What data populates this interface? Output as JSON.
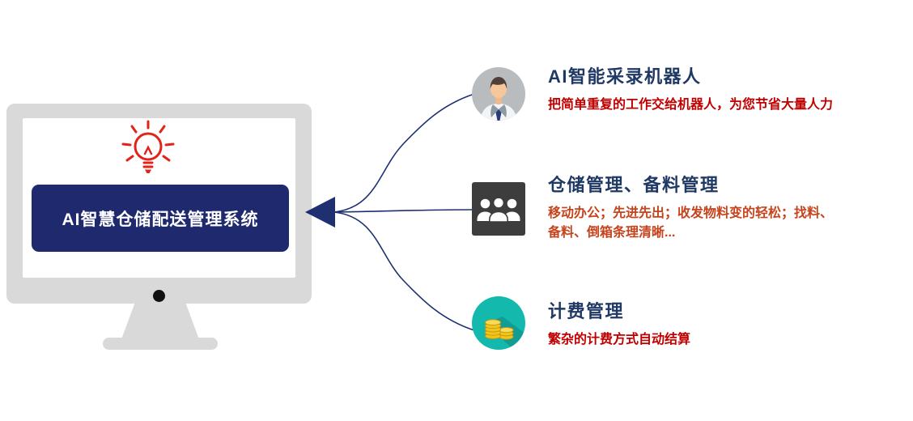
{
  "monitor": {
    "banner_label": "AI智慧仓储配送管理系统",
    "banner_color": "#1f2a6e",
    "frame_color": "#d9d9d9",
    "bulb_icon": "lightbulb-idea-icon",
    "bulb_color": "#e2231a"
  },
  "connector": {
    "arrow_icon": "arrow-left-icon",
    "line_color": "#1f3070",
    "branches": 3
  },
  "features": [
    {
      "icon": "businessman-avatar-icon",
      "icon_bg": "#b8bcbf",
      "title": "AI智能采录机器人",
      "title_color": "#1f3864",
      "desc": [
        "把简单重复的工作交给机器人，为您节省大量人力"
      ],
      "desc_color": "#c00000"
    },
    {
      "icon": "people-group-icon",
      "icon_bg": "#3d3d3d",
      "title": "仓储管理、备料管理",
      "title_color": "#1f3864",
      "desc": [
        "移动办公；先进先出；收发物料变的轻松；找料、",
        "备料、倒箱条理清晰..."
      ],
      "desc_color": "#c5431d"
    },
    {
      "icon": "gold-coins-icon",
      "icon_bg": "#14b9ae",
      "title": "计费管理",
      "title_color": "#1f3864",
      "desc": [
        "繁杂的计费方式自动结算"
      ],
      "desc_color": "#c00000"
    }
  ]
}
